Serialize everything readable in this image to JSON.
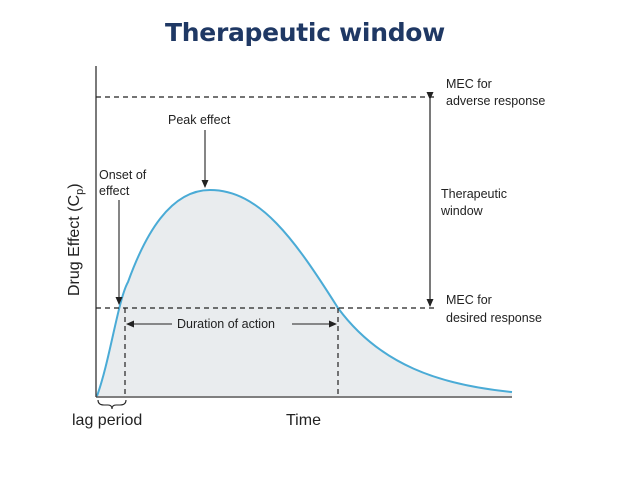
{
  "title": "Therapeutic window",
  "axes": {
    "y_label_main": "Drug Effect (C",
    "y_label_sub": "p",
    "y_label_close": ")",
    "x_label": "Time"
  },
  "labels": {
    "mec_adverse_line1": "MEC for",
    "mec_adverse_line2": "adverse response",
    "therapeutic_line1": "Therapeutic",
    "therapeutic_line2": "window",
    "mec_desired_line1": "MEC for",
    "mec_desired_line2": "desired response",
    "peak_effect": "Peak effect",
    "onset_line1": "Onset of",
    "onset_line2": "effect",
    "duration": "Duration of action",
    "lag_period": "lag period"
  },
  "colors": {
    "curve": "#4aabd6",
    "fill": "#e9ecee",
    "title": "#1f3864"
  }
}
